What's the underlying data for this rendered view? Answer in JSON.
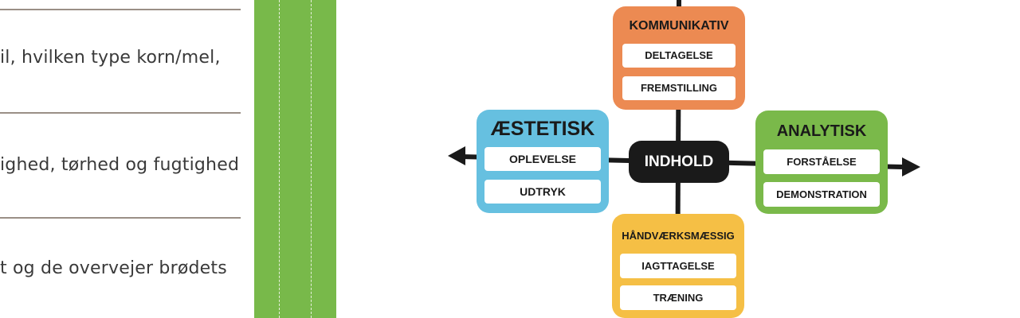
{
  "left_text": {
    "line_1": "il, hvilken type korn/mel,",
    "line_2": "ighed, tørhed og fugtighed",
    "line_3": "t og de overvejer brødets"
  },
  "diagram": {
    "center": "INDHOLD",
    "top": {
      "title": "KOMMUNIKATIV",
      "items": [
        "DELTAGELSE",
        "FREMSTILLING"
      ],
      "color": "#ec8a52"
    },
    "left": {
      "title": "ÆSTETISK",
      "items": [
        "OPLEVELSE",
        "UDTRYK"
      ],
      "color": "#66c0e0"
    },
    "right": {
      "title": "ANALYTISK",
      "items": [
        "FORSTÅELSE",
        "DEMONSTRATION"
      ],
      "color": "#7ab94a"
    },
    "bottom": {
      "title": "HÅNDVÆRKSMÆSSIG",
      "items": [
        "IAGTTAGELSE",
        "TRÆNING"
      ],
      "color": "#f5bf45"
    }
  },
  "colors": {
    "strip": "#78b94a",
    "center": "#1a1a1a",
    "rule": "#9a8f86"
  }
}
